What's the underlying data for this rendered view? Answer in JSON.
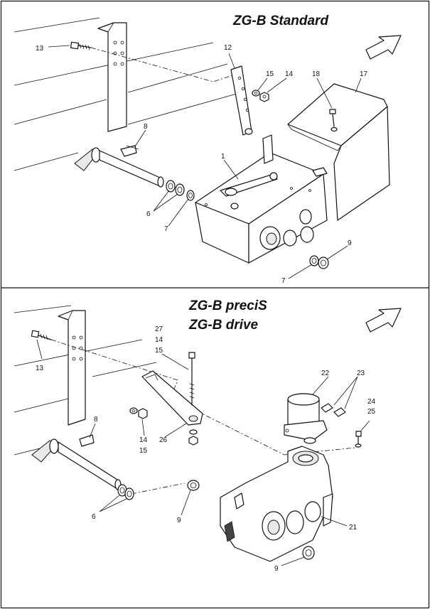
{
  "panels": [
    {
      "titles": [
        "ZG-B  Standard"
      ],
      "callouts": [
        "13",
        "12",
        "15",
        "14",
        "18",
        "17",
        "8",
        "1",
        "6",
        "7",
        "9",
        "7"
      ]
    },
    {
      "titles": [
        "ZG-B  preciS",
        "ZG-B  drive"
      ],
      "callouts": [
        "27",
        "14",
        "15",
        "13",
        "22",
        "23",
        "24",
        "25",
        "14",
        "15",
        "26",
        "8",
        "6",
        "9",
        "21",
        "9"
      ]
    }
  ],
  "icons": [
    "direction-arrow-icon",
    "direction-arrow-icon"
  ]
}
